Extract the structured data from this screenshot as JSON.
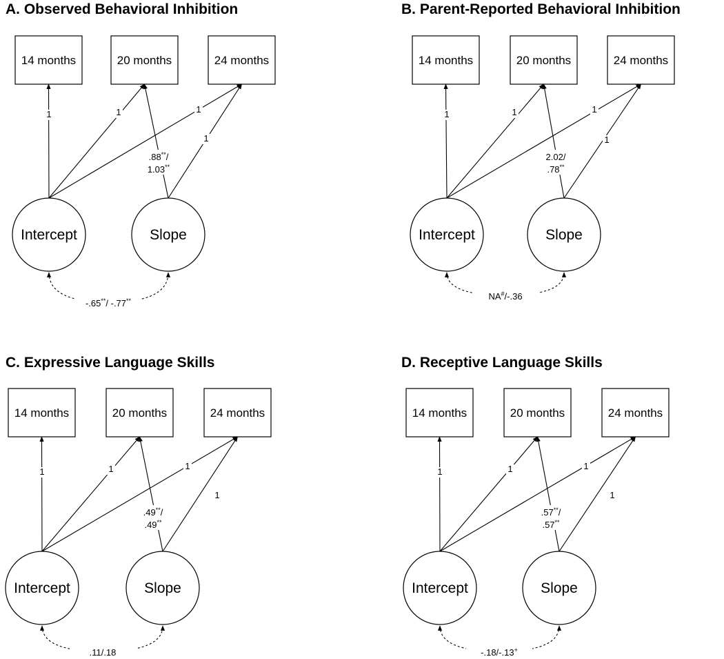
{
  "panels": [
    {
      "title": "A. Observed Behavioral Inhibition",
      "observed": [
        "14 months",
        "20 months",
        "24 months"
      ],
      "latent": [
        "Intercept",
        "Slope"
      ],
      "intercept_loadings": [
        "1",
        "1",
        "1"
      ],
      "slope_loadings": [
        "",
        "1"
      ],
      "slope_20_label": [
        ".88**/",
        "1.03**"
      ],
      "correlation": "-.65**/ -.77**"
    },
    {
      "title": "B. Parent-Reported Behavioral Inhibition",
      "observed": [
        "14 months",
        "20 months",
        "24 months"
      ],
      "latent": [
        "Intercept",
        "Slope"
      ],
      "intercept_loadings": [
        "1",
        "1",
        "1"
      ],
      "slope_loadings": [
        "",
        "1"
      ],
      "slope_20_label": [
        "2.02/",
        ".78**"
      ],
      "correlation": "NA#/-.36"
    },
    {
      "title": "C. Expressive Language Skills",
      "observed": [
        "14 months",
        "20 months",
        "24 months"
      ],
      "latent": [
        "Intercept",
        "Slope"
      ],
      "intercept_loadings": [
        "1",
        "1",
        "1"
      ],
      "slope_loadings": [
        "",
        "1"
      ],
      "slope_20_label": [
        ".49**/",
        ".49**"
      ],
      "correlation": ".11/.18"
    },
    {
      "title": "D. Receptive Language Skills",
      "observed": [
        "14 months",
        "20 months",
        "24 months"
      ],
      "latent": [
        "Intercept",
        "Slope"
      ],
      "intercept_loadings": [
        "1",
        "1",
        "1"
      ],
      "slope_loadings": [
        "",
        "1"
      ],
      "slope_20_label": [
        ".57**/",
        ".57**"
      ],
      "correlation": "-.18/-.13+"
    }
  ]
}
